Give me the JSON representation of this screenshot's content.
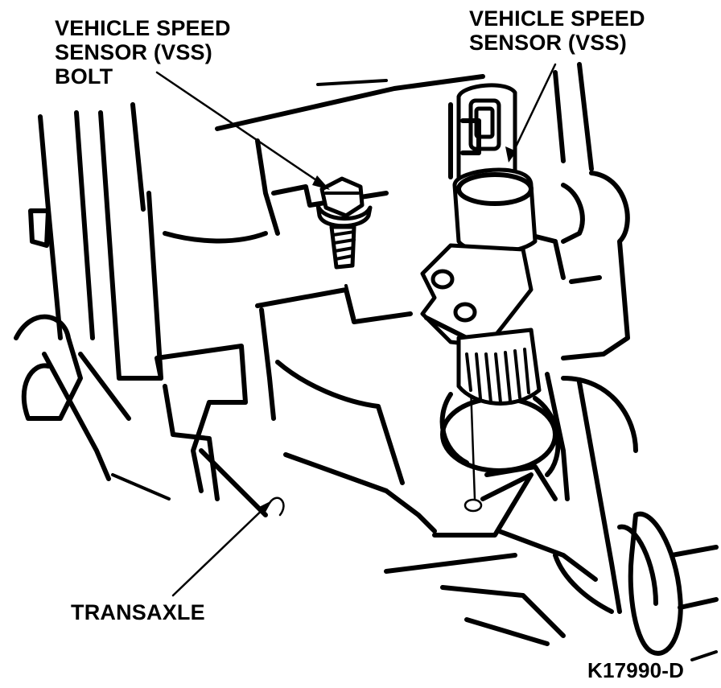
{
  "labels": {
    "bolt": [
      "VEHICLE SPEED",
      "SENSOR (VSS)",
      "BOLT"
    ],
    "sensor": [
      "VEHICLE SPEED",
      "SENSOR (VSS)"
    ],
    "transaxle": "TRANSAXLE",
    "figure_id": "K17990-D"
  },
  "colors": {
    "ink": "#000000",
    "paper": "#ffffff"
  }
}
